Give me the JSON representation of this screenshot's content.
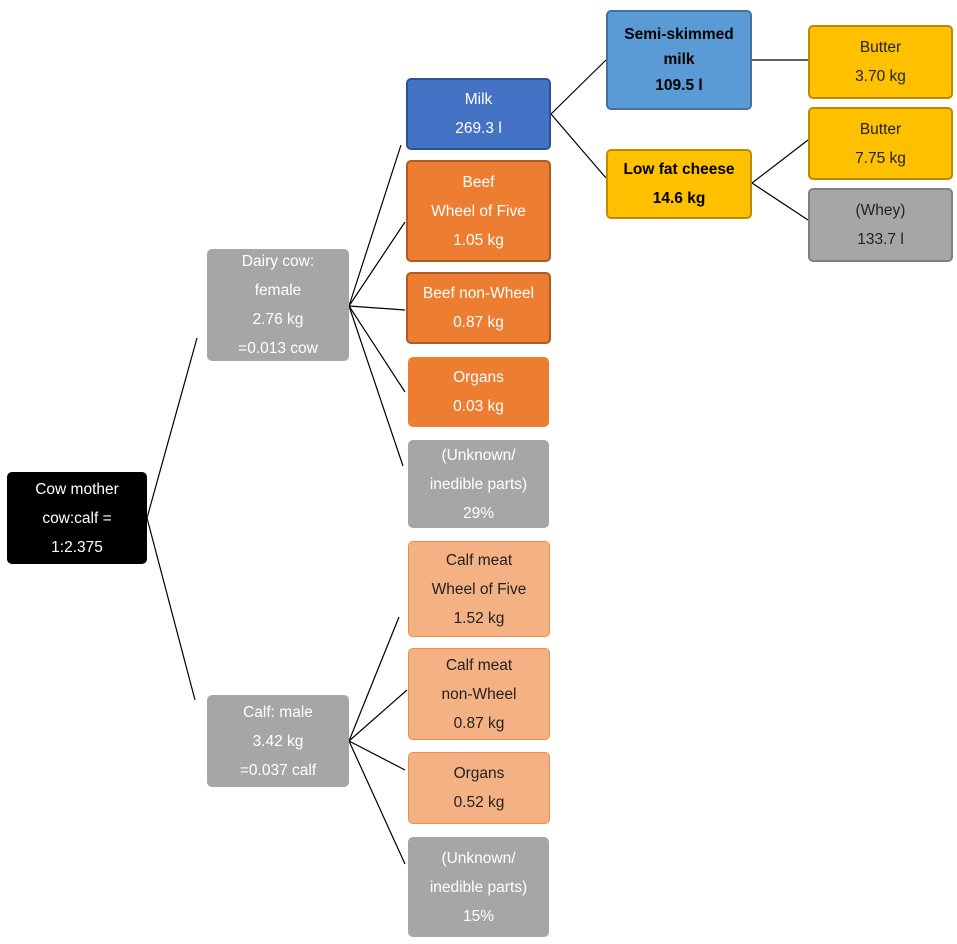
{
  "colors": {
    "black": "#000000",
    "gray": "#a6a6a6",
    "gray_border": "#808080",
    "blue_dark": "#4472c4",
    "blue_dark_border": "#2f528f",
    "blue_light": "#5b9bd5",
    "blue_light_border": "#41719c",
    "orange": "#ed7d31",
    "orange_border": "#ae5a21",
    "salmon": "#f4b183",
    "salmon_border": "#f08a4b",
    "yellow": "#ffc000",
    "yellow_border": "#bc8c00",
    "edge": "#000000"
  },
  "nodes": {
    "cow_mother": {
      "lines": [
        "Cow mother",
        "cow:calf =",
        "1:2.375"
      ]
    },
    "dairy_cow": {
      "lines": [
        "Dairy cow:",
        "female",
        "2.76 kg",
        "=0.013 cow"
      ]
    },
    "calf": {
      "lines": [
        "Calf: male",
        "3.42 kg",
        "=0.037 calf"
      ]
    },
    "milk": {
      "lines": [
        "Milk",
        "269.3 l"
      ]
    },
    "beef_wof": {
      "lines": [
        "Beef",
        "Wheel of Five",
        "1.05 kg"
      ]
    },
    "beef_non": {
      "lines": [
        "Beef non-Wheel",
        "0.87 kg"
      ]
    },
    "organs_cow": {
      "lines": [
        "Organs",
        "0.03 kg"
      ]
    },
    "unknown_cow": {
      "lines": [
        "(Unknown/",
        "inedible parts)",
        "29%"
      ]
    },
    "calf_wof": {
      "lines": [
        "Calf meat",
        "Wheel of Five",
        "1.52 kg"
      ]
    },
    "calf_non": {
      "lines": [
        "Calf meat",
        "non-Wheel",
        "0.87 kg"
      ]
    },
    "organs_calf": {
      "lines": [
        "Organs",
        "0.52 kg"
      ]
    },
    "unknown_calf": {
      "lines": [
        "(Unknown/",
        "inedible parts)",
        "15%"
      ]
    },
    "semi_milk": {
      "lines": [
        "Semi-skimmed",
        "milk",
        "109.5 l"
      ]
    },
    "low_fat_cheese": {
      "lines": [
        "Low fat cheese",
        "14.6 kg"
      ]
    },
    "butter_1": {
      "lines": [
        "Butter",
        "3.70 kg"
      ]
    },
    "butter_2": {
      "lines": [
        "Butter",
        "7.75 kg"
      ]
    },
    "whey": {
      "lines": [
        "(Whey)",
        "133.7 l"
      ]
    }
  }
}
